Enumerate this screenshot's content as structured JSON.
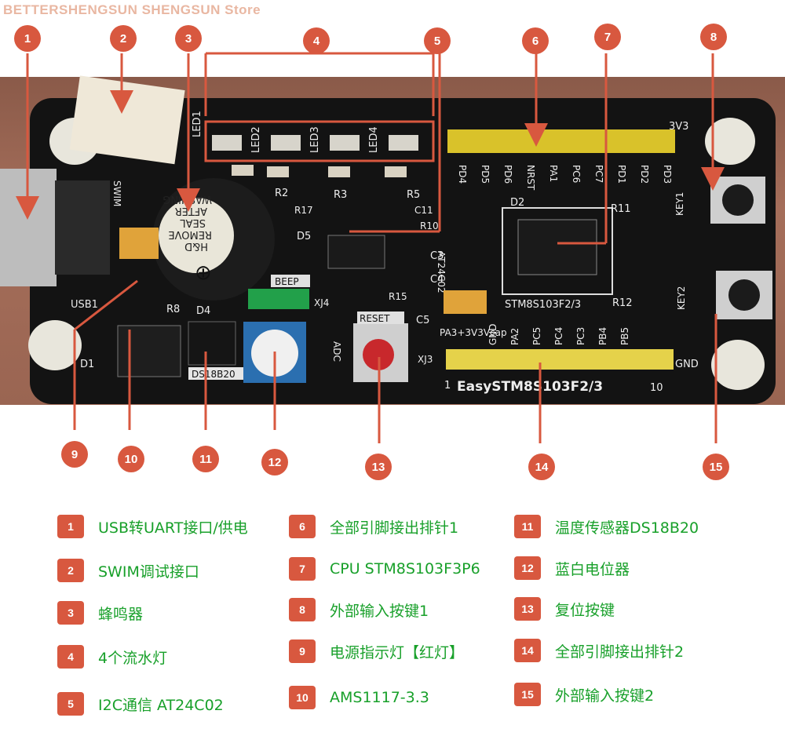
{
  "watermark": "BETTERSHENGSUN SHENGSUN Store",
  "markers": [
    "1",
    "2",
    "3",
    "4",
    "5",
    "6",
    "7",
    "8",
    "9",
    "10",
    "11",
    "12",
    "13",
    "14",
    "15"
  ],
  "legend": [
    {
      "num": "1",
      "text": "USB转UART接口/供电"
    },
    {
      "num": "2",
      "text": "SWIM调试接口"
    },
    {
      "num": "3",
      "text": "蜂鸣器"
    },
    {
      "num": "4",
      "text": "4个流水灯"
    },
    {
      "num": "5",
      "text": "I2C通信 AT24C02"
    },
    {
      "num": "6",
      "text": "全部引脚接出排针1"
    },
    {
      "num": "7",
      "text": "CPU STM8S103F3P6"
    },
    {
      "num": "8",
      "text": "外部输入按键1"
    },
    {
      "num": "9",
      "text": "电源指示灯【红灯】"
    },
    {
      "num": "10",
      "text": "AMS1117-3.3"
    },
    {
      "num": "11",
      "text": "温度传感器DS18B20"
    },
    {
      "num": "12",
      "text": "蓝白电位器"
    },
    {
      "num": "13",
      "text": "复位按键"
    },
    {
      "num": "14",
      "text": "全部引脚接出排针2"
    },
    {
      "num": "15",
      "text": "外部输入按键2"
    }
  ],
  "board": {
    "leds": [
      "LED1",
      "LED2",
      "LED3",
      "LED4"
    ],
    "resistors_top": [
      "R2",
      "R3",
      "R5"
    ],
    "r17": "R17",
    "c11": "C11",
    "r10": "R10",
    "d5": "D5",
    "d2": "D2",
    "c3": "C3",
    "c4": "C4",
    "c5": "C5",
    "r15": "R15",
    "r8": "R8",
    "r11": "R11",
    "r12": "R12",
    "d1": "D1",
    "d4": "D4",
    "xj4": "XJ4",
    "xj3": "XJ3",
    "usb": "USB1",
    "beep": "BEEP",
    "reset": "RESET",
    "adc": "ADC",
    "ds18b20": "DS18B20",
    "at24c02": "AT24C02",
    "chip_label": "STM8S103F2/3",
    "board_name": "EasySTM8S103F2/3",
    "key1": "KEY1",
    "key2": "KEY2",
    "v33": "3V3",
    "gnd": "GND",
    "header_top": [
      "PD4",
      "PD5",
      "PD6",
      "NRST",
      "PA1",
      "PC6",
      "PC7",
      "PD1",
      "PD2",
      "PD3"
    ],
    "header_bottom": [
      "GND",
      "PA2",
      "PC5",
      "PC4",
      "PC3",
      "PB4",
      "PB5"
    ],
    "pa3_label": "PA3+3V3Vcap",
    "pin_start": "1",
    "pin_end": "10",
    "buzzer_text": [
      "H&D",
      "REMOVE",
      "SEAL",
      "AFTER",
      "WASHING"
    ],
    "swim_text": "SWIM"
  },
  "colors": {
    "accent": "#d8583f",
    "legend_text": "#18a02a",
    "pcb": "#121212",
    "pin": "#e5cf39"
  }
}
